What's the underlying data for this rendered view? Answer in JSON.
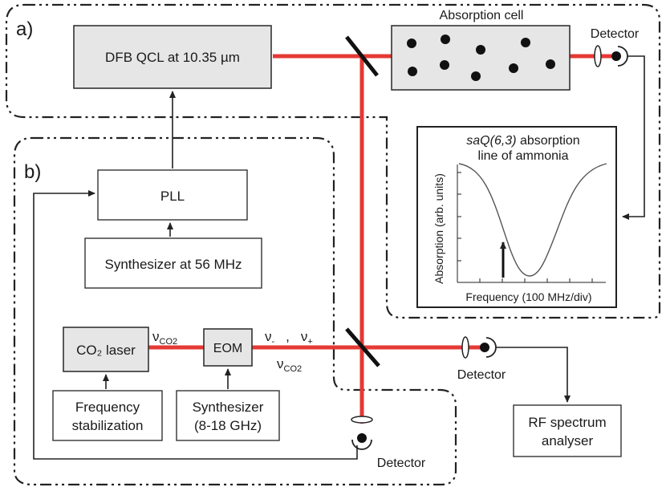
{
  "panels": {
    "a_label": "a)",
    "b_label": "b)"
  },
  "blocks": {
    "qcl": "DFB QCL at 10.35 µm",
    "absorption_cell": "Absorption cell",
    "detector_top": "Detector",
    "pll": "PLL",
    "synth56": "Synthesizer at 56 MHz",
    "co2_laser": "CO₂ laser",
    "eom": "EOM",
    "detector_mid": "Detector",
    "detector_bottom": "Detector",
    "freq_stab_line1": "Frequency",
    "freq_stab_line2": "stabilization",
    "synth_ghz_line1": "Synthesizer",
    "synth_ghz_line2": "(8-18 GHz)",
    "rf_line1": "RF spectrum",
    "rf_line2": "analyser"
  },
  "beam_labels": {
    "nu": "ν",
    "co2_sub": "CO2",
    "minus": "-",
    "plus": "+",
    "comma": ","
  },
  "inset": {
    "title_italic": "saQ(6,3)",
    "title_rest": " absorption",
    "title_line2": "line of ammonia",
    "ylabel": "Absorption (arb. units)",
    "xlabel": "Frequency (100 MHz/div)"
  },
  "colors": {
    "beam": "#e53935",
    "block_fill": "#e6e6e6"
  }
}
